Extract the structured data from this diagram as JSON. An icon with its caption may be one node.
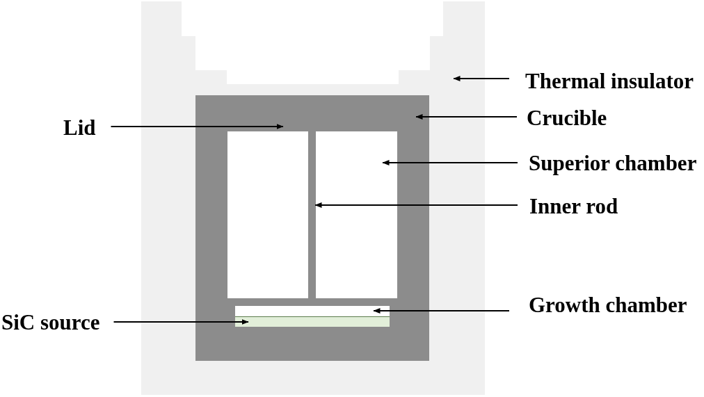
{
  "diagram": {
    "nodes": [
      {
        "text": [],
        "shape": "box"
      },
      {
        "text": [],
        "shape": "box",
        "in": 0
      },
      {
        "text": [],
        "shape": "box",
        "in": 1
      },
      {
        "text": [],
        "shape": "box",
        "in": 1
      },
      {
        "text": [],
        "shape": "box",
        "in": 3
      },
      {
        "text": [],
        "shape": "box",
        "in": 1
      },
      {
        "text": [],
        "shape": "box",
        "in": 5
      },
      {
        "text": [
          "Thermal insulator"
        ]
      },
      {
        "text": [
          "Lid"
        ]
      },
      {
        "text": [
          "Crucible"
        ]
      },
      {
        "text": [
          "Superior chamber"
        ]
      },
      {
        "text": [
          "Inner rod"
        ]
      },
      {
        "text": [
          "Growth chamber"
        ]
      },
      {
        "text": [
          "SiC source"
        ]
      }
    ],
    "edges": [
      {
        "from": 7,
        "to": 0,
        "arrow": "to"
      },
      {
        "from": 8,
        "to": 2,
        "arrow": "to"
      },
      {
        "from": 9,
        "to": 1,
        "arrow": "to"
      },
      {
        "from": 10,
        "to": 3,
        "arrow": "to"
      },
      {
        "from": 11,
        "to": 4,
        "arrow": "to"
      },
      {
        "from": 12,
        "to": 5,
        "arrow": "to"
      },
      {
        "from": 13,
        "to": 6,
        "arrow": "to"
      }
    ]
  }
}
